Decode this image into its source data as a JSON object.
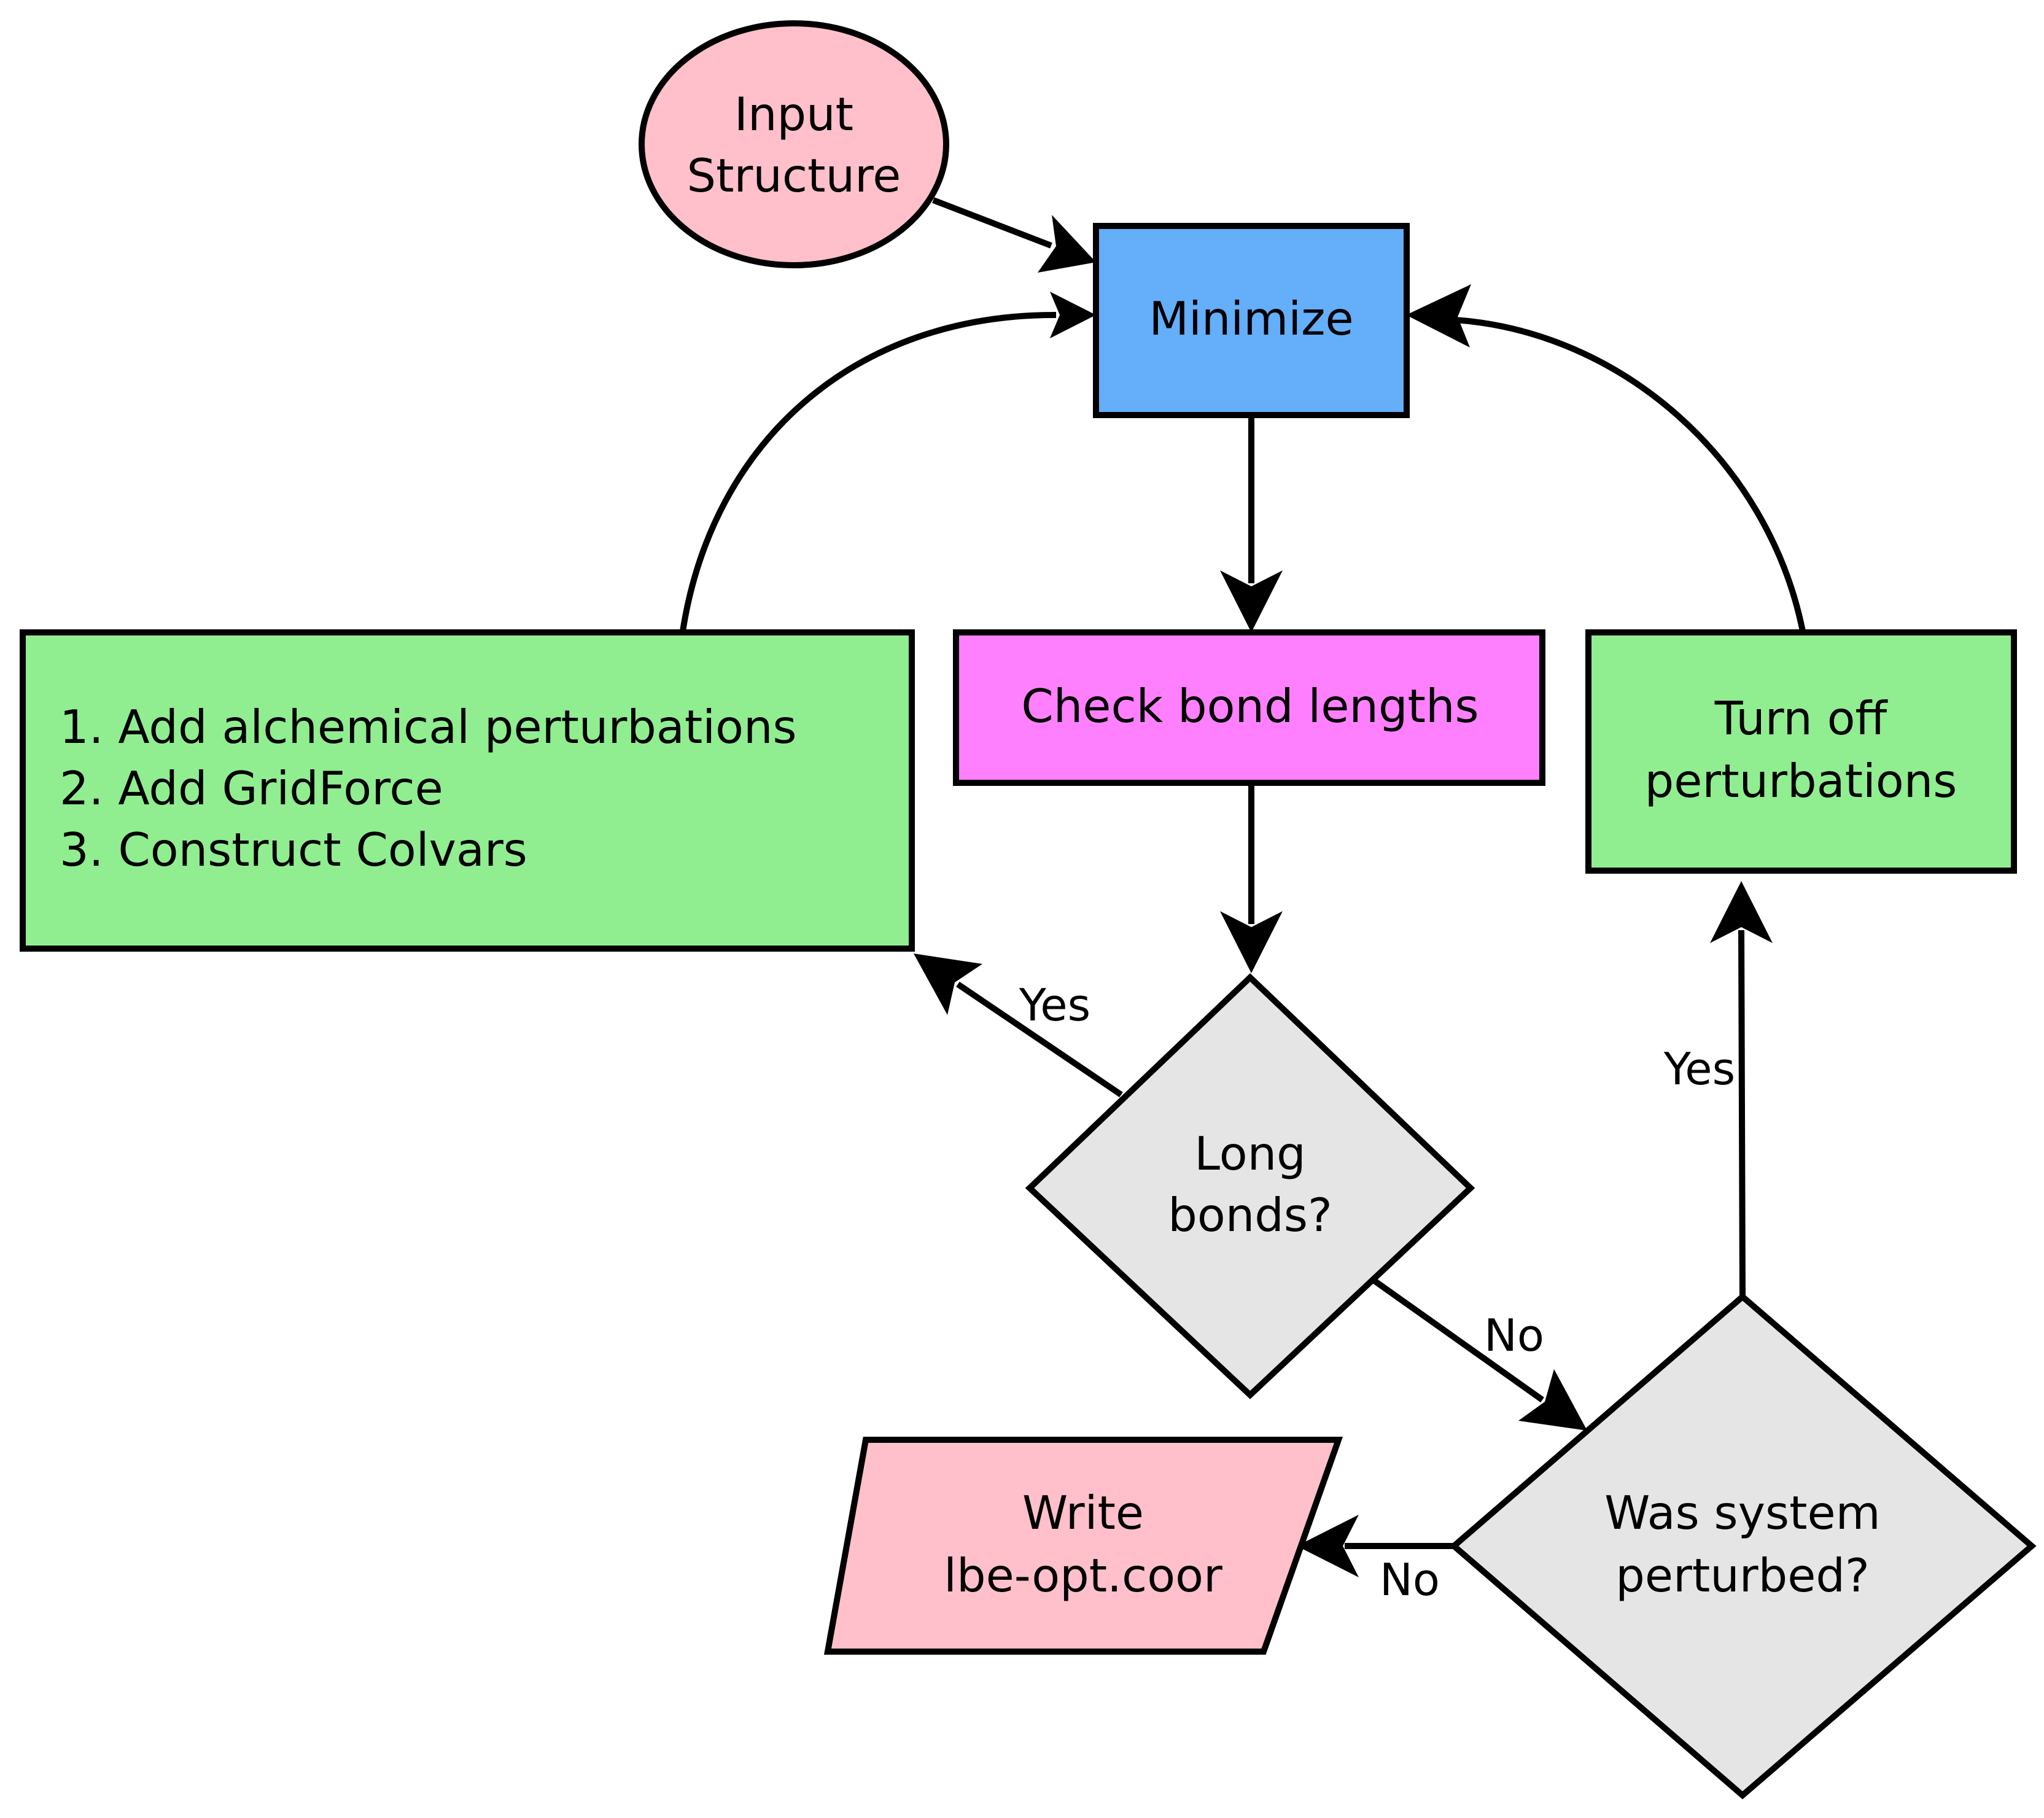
{
  "nodes": {
    "input_structure": {
      "lines": [
        "Input",
        "Structure"
      ],
      "color": "#ffc0cb"
    },
    "minimize": {
      "lines": [
        "Minimize"
      ],
      "color": "#64aefa"
    },
    "check_bond_lengths": {
      "lines": [
        "Check bond lengths"
      ],
      "color": "#ff80ff"
    },
    "add_steps": {
      "lines": [
        "1. Add alchemical perturbations",
        "2. Add GridForce",
        "3. Construct Colvars"
      ],
      "color": "#90ee90"
    },
    "turn_off": {
      "lines": [
        "Turn off",
        "perturbations"
      ],
      "color": "#90ee90"
    },
    "long_bonds": {
      "lines": [
        "Long",
        "bonds?"
      ],
      "color": "#e5e5e5"
    },
    "was_perturbed": {
      "lines": [
        "Was system",
        "perturbed?"
      ],
      "color": "#e5e5e5"
    },
    "write_output": {
      "lines": [
        "Write",
        "lbe-opt.coor"
      ],
      "color": "#ffc0cb"
    }
  },
  "edges": {
    "long_yes": "Yes",
    "long_no": "No",
    "perturbed_yes": "Yes",
    "perturbed_no": "No"
  }
}
